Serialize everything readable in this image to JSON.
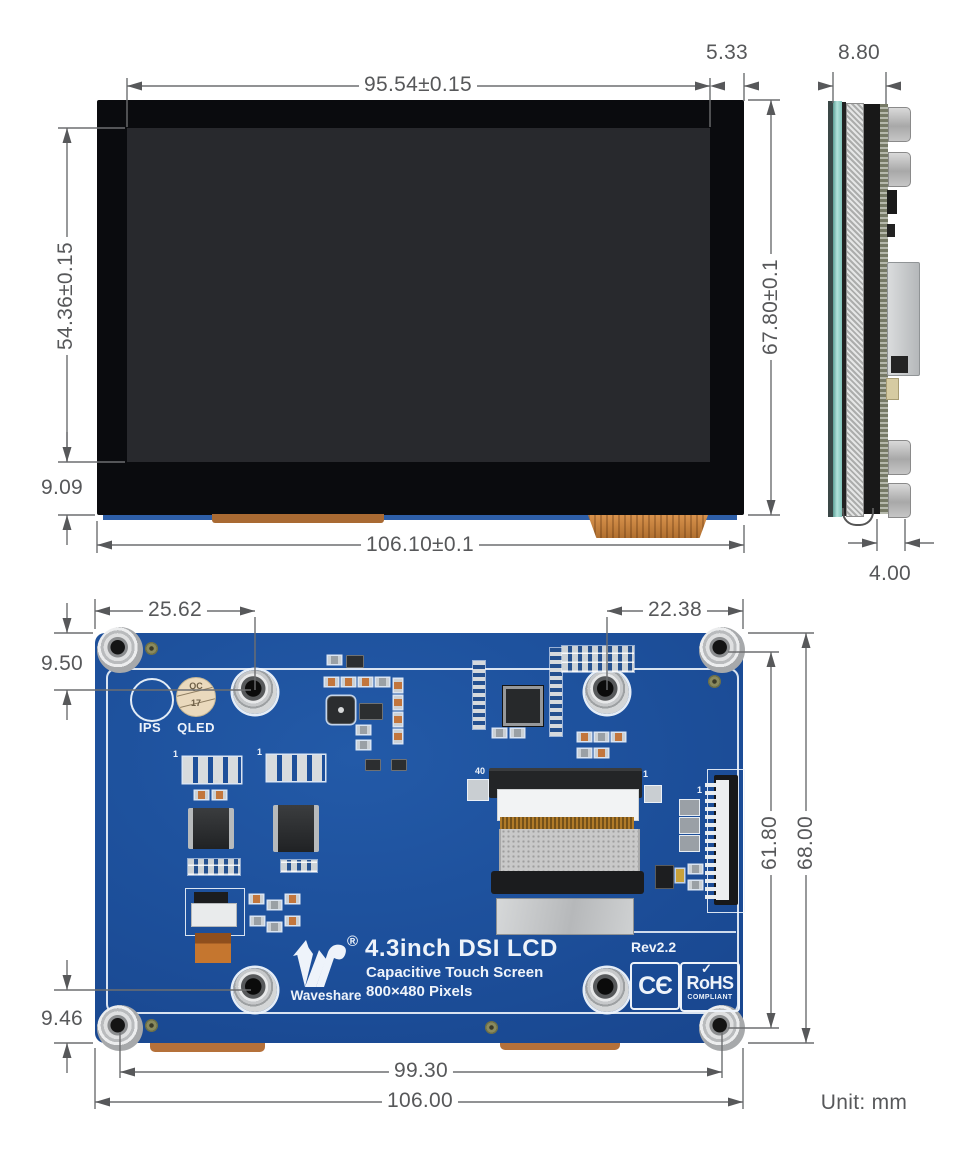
{
  "unit_note": "Unit: mm",
  "front_view": {
    "dim_active_width": "95.54±0.15",
    "dim_bezel_right": "5.33",
    "dim_active_height": "54.36±0.15",
    "dim_bezel_bottom": "9.09",
    "dim_overall_height": "67.80±0.1",
    "dim_overall_width": "106.10±0.1"
  },
  "side_view": {
    "dim_thickness": "8.80",
    "dim_standoff_height": "4.00"
  },
  "back_view": {
    "dim_hole_offset_left": "25.62",
    "dim_hole_offset_right": "22.38",
    "dim_hole_offset_top": "9.50",
    "dim_hole_offset_bottom": "9.46",
    "dim_hole_pitch_vertical": "61.80",
    "dim_board_height": "68.00",
    "dim_hole_pitch_horizontal": "99.30",
    "dim_board_width": "106.00",
    "silkscreen": {
      "panel_type": "IPS",
      "backlight_type": "QLED",
      "qc_stamp_top": "QC",
      "qc_stamp_bottom": "17",
      "brand": "Waveshare",
      "registered_mark": "®",
      "product_title": "4.3inch DSI LCD",
      "product_subtitle": "Capacitive Touch Screen",
      "product_resolution": "800×480 Pixels",
      "revision": "Rev2.2",
      "ce_mark": "CЄ",
      "rohs_mark": "RoHS",
      "rohs_check": "✓",
      "rohs_compliant": "COMPLIANT",
      "ffc_pin40": "40",
      "ffc_pin1": "1",
      "dsi_pin1": "1",
      "jumper1_pin1": "1",
      "jumper2_pin1": "1"
    }
  },
  "colors": {
    "pcb_blue": "#1d4f9a",
    "silkscreen_white": "#eef3fa",
    "dimension_gray": "#57585a",
    "copper": "#c07a3a",
    "glass_teal": "#8fd0c8"
  }
}
